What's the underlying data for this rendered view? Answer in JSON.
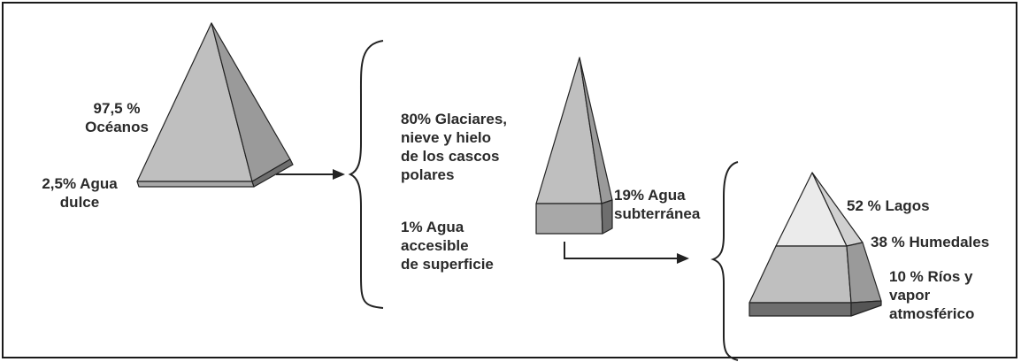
{
  "colors": {
    "pyramid_light_face": "#bfbfbf",
    "pyramid_dark_face": "#9a9a9a",
    "pyramid_base_light": "#a8a8a8",
    "pyramid_base_dark": "#6e6e6e",
    "lake_tier": "#ebebeb",
    "line": "#222222"
  },
  "pyramid1": {
    "oceans_label": "97,5 %\nOcéanos",
    "freshwater_label": "2,5% Agua\ndulce"
  },
  "pyramid2": {
    "glaciers_label": "80% Glaciares,\nnieve y hielo\nde los cascos\npolares",
    "surface_label": "1% Agua\naccesible\nde superficie",
    "groundwater_label": "19% Agua\nsubterránea"
  },
  "pyramid3": {
    "lakes_label": "52 % Lagos",
    "wetlands_label": "38 % Humedales",
    "rivers_label": "10 % Ríos y\nvapor\natmosférico"
  }
}
